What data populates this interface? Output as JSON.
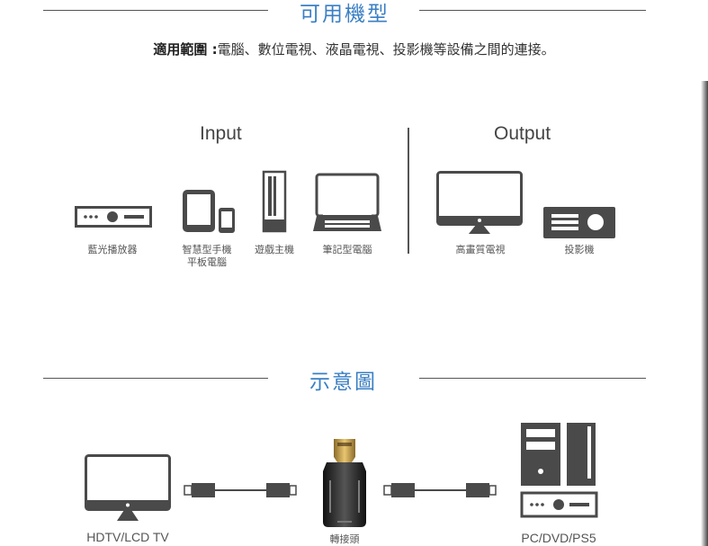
{
  "section1": {
    "title": "可用機型"
  },
  "usage": {
    "label": "適用範圍 :",
    "text": "電腦、數位電視、液晶電視、投影機等設備之間的連接。"
  },
  "input": {
    "heading": "Input",
    "devices": [
      {
        "label": "藍光播放器",
        "icon": "blu-ray-player-icon"
      },
      {
        "label": "智慧型手機\n平板電腦",
        "icon": "smartphone-tablet-icon"
      },
      {
        "label": "遊戲主機",
        "icon": "game-console-icon"
      },
      {
        "label": "筆記型電腦",
        "icon": "laptop-icon"
      }
    ]
  },
  "output": {
    "heading": "Output",
    "devices": [
      {
        "label": "高畫質電視",
        "icon": "hdtv-icon"
      },
      {
        "label": "投影機",
        "icon": "projector-icon"
      }
    ]
  },
  "section2": {
    "title": "示意圖"
  },
  "diagram": {
    "left_label": "HDTV/LCD TV",
    "center_label": "轉接頭",
    "right_label": "PC/DVD/PS5"
  },
  "colors": {
    "accent": "#3a7fc4",
    "icon": "#4a4a4a",
    "text": "#333333"
  }
}
